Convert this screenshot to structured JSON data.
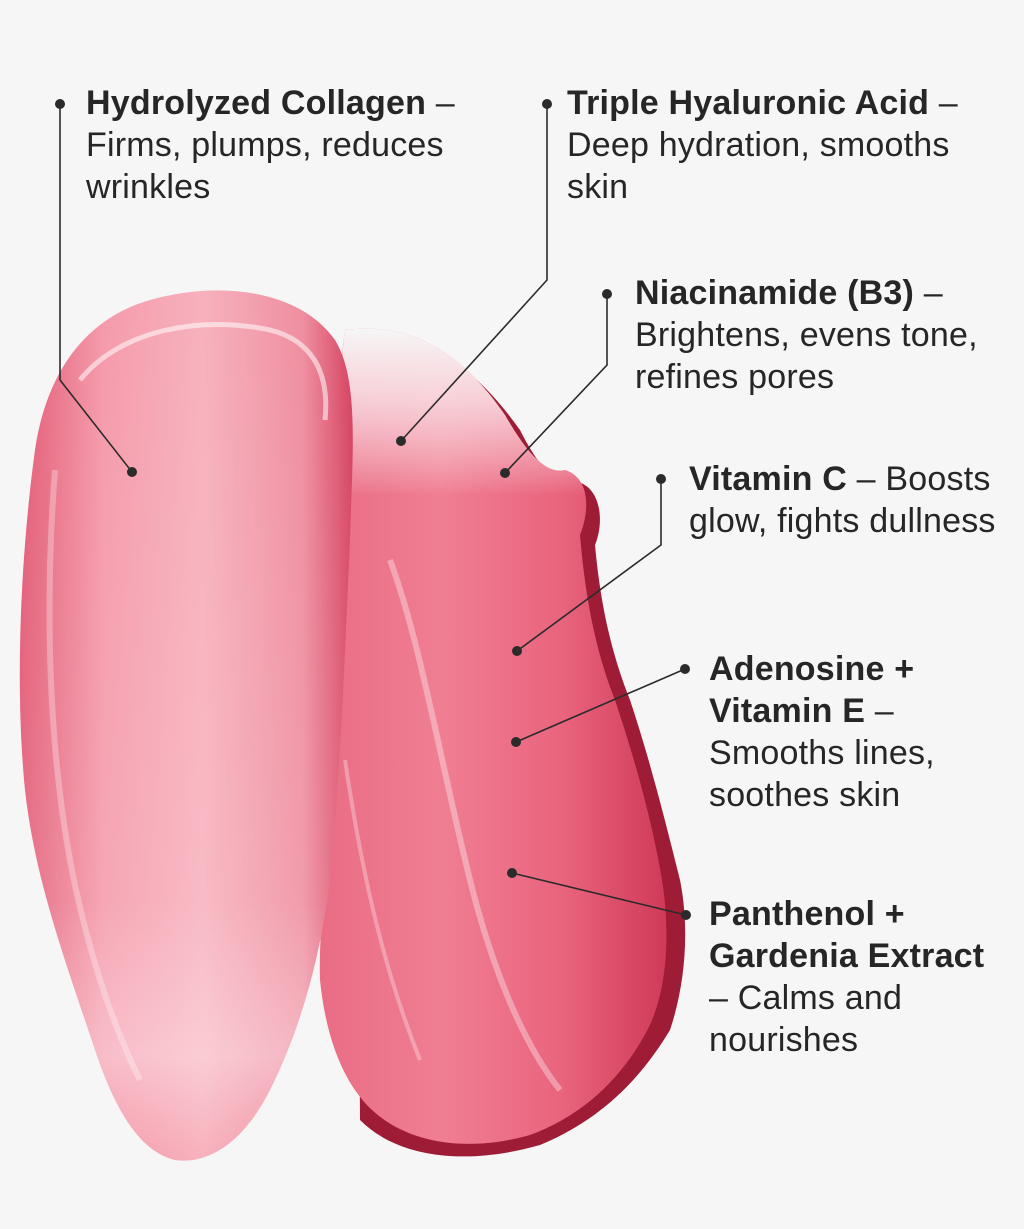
{
  "colors": {
    "background": "#f6f6f6",
    "text": "#262626",
    "gel_light": "#f4a6b2",
    "gel_mid": "#e8677e",
    "gel_dark": "#b3243f",
    "leader_line": "#2b2b2b"
  },
  "ingredients": [
    {
      "name": "Hydrolyzed Collagen",
      "desc": "– Firms, plumps, reduces wrinkles"
    },
    {
      "name": "Triple Hyaluronic Acid",
      "desc": "– Deep hydration, smooths skin"
    },
    {
      "name": "Niacinamide (B3)",
      "desc": "– Brightens,  evens tone, refines pores"
    },
    {
      "name": "Vitamin C",
      "desc": "– Boosts glow, fights dullness"
    },
    {
      "name": "Adenosine + Vitamin E",
      "desc": "– Smooths lines, soothes skin"
    },
    {
      "name": "Panthenol + Gardenia Extract",
      "desc": "– Calms and nourishes"
    }
  ]
}
